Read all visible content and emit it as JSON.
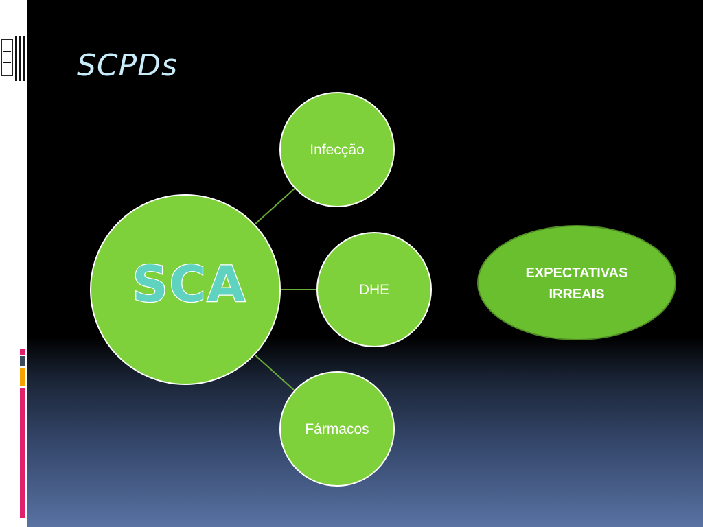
{
  "slide": {
    "title": "SCPDs"
  },
  "diagram": {
    "center": {
      "label": "SCA"
    },
    "branches": [
      {
        "label": "Infecção"
      },
      {
        "label": "DHE"
      },
      {
        "label": "Fármacos"
      }
    ],
    "callout": {
      "line1": "EXPECTATIVAS",
      "line2": "IRREAIS"
    }
  },
  "colors": {
    "node_fill": "#7fd13b",
    "node_stroke": "#ffffff",
    "connector": "#6aab3a",
    "callout_fill": "#6abf2f",
    "callout_stroke": "#4f8a25",
    "title": "#c8ecfa",
    "sca_text": "#5fd3c0"
  }
}
